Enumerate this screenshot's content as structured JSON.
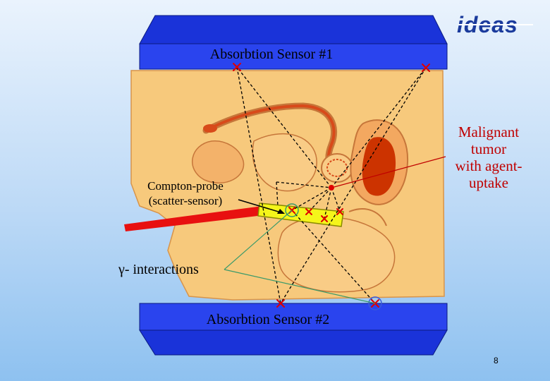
{
  "logo": {
    "text": "ideas",
    "color": "#1a3a9c"
  },
  "sensors": {
    "top_label": "Absorbtion Sensor #1",
    "bottom_label": "Absorbtion Sensor #2",
    "color": "#1a33d9"
  },
  "annotations": {
    "tumor": "Malignant tumor with agent-uptake",
    "tumor_lines": [
      "Malignant",
      "tumor",
      "with agent-",
      "uptake"
    ],
    "probe_lines": [
      "Compton-probe",
      "(scatter-sensor)"
    ],
    "gamma": "γ- interactions"
  },
  "colors": {
    "tissue": "#f7c97c",
    "organ_fill": "#f3a860",
    "tumor": "#cc3300",
    "probe_body": "#e81010",
    "probe_sensor": "#f5f51a",
    "marker": "#e00000",
    "pointer": "#3a9a6a",
    "label_red": "#c00000"
  },
  "page_number": "8"
}
